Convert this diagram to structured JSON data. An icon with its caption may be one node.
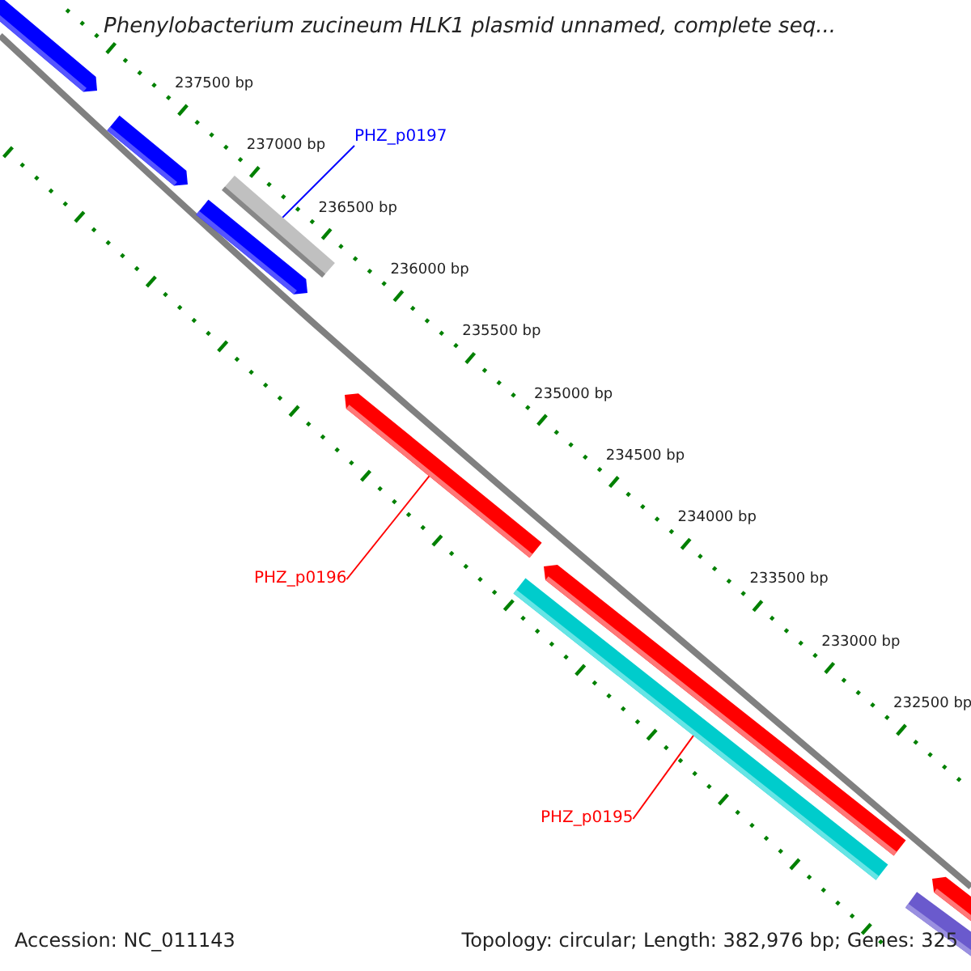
{
  "diagram": {
    "title": "Phenylobacterium zucineum HLK1 plasmid unnamed, complete seq...",
    "nodes": [
      {
        "text": [
          "PHZ_p0197"
        ]
      },
      {
        "text": [],
        "shape": "bar"
      },
      {
        "text": [
          "PHZ_p0196"
        ]
      },
      {
        "text": [],
        "shape": "bar"
      },
      {
        "text": [
          "PHZ_p0195"
        ]
      },
      {
        "text": [],
        "shape": "bar"
      }
    ],
    "edges": [
      {
        "from": 0,
        "to": 1,
        "arrow": "none",
        "color": "#0000ff"
      },
      {
        "from": 2,
        "to": 3,
        "arrow": "none"
      },
      {
        "from": 4,
        "to": 5,
        "arrow": "none"
      }
    ],
    "labels": [
      "237500 bp",
      "237000 bp",
      "236500 bp",
      "236000 bp",
      "235500 bp",
      "235000 bp",
      "234500 bp",
      "234000 bp",
      "233500 bp",
      "233000 bp",
      "232500 bp",
      "Accession: NC_011143",
      "Topology: circular; Length: 382,976 bp; Genes: 325"
    ]
  }
}
